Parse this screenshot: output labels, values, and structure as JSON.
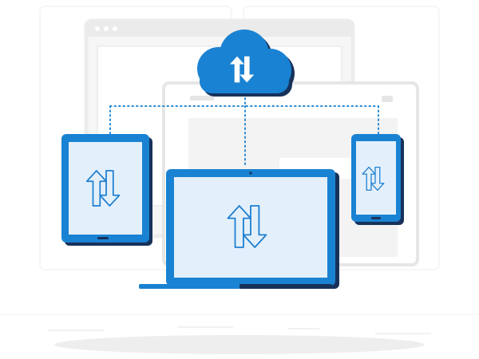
{
  "illustration": {
    "theme": "cloud-sync-across-devices",
    "devices": [
      "cloud",
      "tablet",
      "laptop",
      "phone"
    ],
    "icons": {
      "cloud": "sync-arrows-icon",
      "tablet": "sync-arrows-icon",
      "laptop": "sync-arrows-icon",
      "phone": "sync-arrows-icon"
    },
    "colors": {
      "primary_blue": "#1a82d2",
      "dark_blue": "#17325a",
      "screen_blue": "#e3f0fb",
      "outline_blue": "#1f7fd0",
      "bg_window_gray": "#eeeeee",
      "bg_window_fill": "#f5f5f5",
      "connector_dots": "#2a8ad4",
      "shadow_gray": "#eeeeee"
    }
  }
}
